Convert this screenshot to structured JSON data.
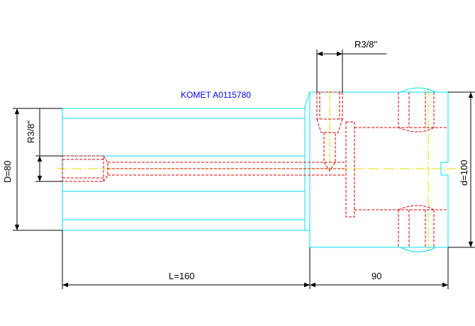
{
  "drawing": {
    "title": "KOMET A0115780",
    "colors": {
      "outline": "#00e0f0",
      "hidden": "#e00000",
      "center": "#e0e000",
      "dimension": "#000000",
      "title": "#0000ff",
      "background": "#ffffff"
    },
    "dimensions": {
      "thread_top": "R3/8\"",
      "thread_side": "R3/8\"",
      "diameter_shank": "D=80",
      "diameter_body": "d=100",
      "length_shank": "L=160",
      "length_body": "90"
    }
  }
}
